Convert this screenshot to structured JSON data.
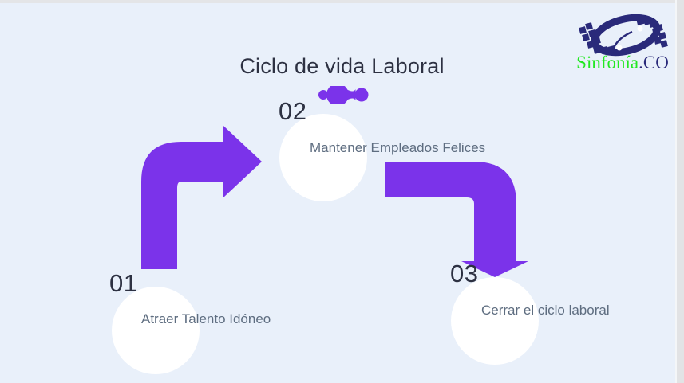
{
  "slide": {
    "title": "Ciclo de vida Laboral",
    "background_color": "#e9f0fa",
    "accent_color": "#7b33ea",
    "title_color": "#2d3142",
    "label_color": "#5e6d80"
  },
  "logo": {
    "name": "Sinfonía",
    "tld": ".CO",
    "name_color": "#22e822",
    "tld_color": "#2a2a7a",
    "mark_color": "#2a2a7a",
    "mark_icon": "ellipse-swoosh-icon"
  },
  "decoration": {
    "icon": "three-dots-connector-icon",
    "color": "#7b33ea"
  },
  "steps": [
    {
      "number": "01",
      "label": "Atraer Talento Idóneo"
    },
    {
      "number": "02",
      "label": "Mantener Empleados Felices"
    },
    {
      "number": "03",
      "label": "Cerrar el ciclo laboral"
    }
  ],
  "arrows": [
    {
      "icon": "arrow-up-right-icon",
      "color": "#7b33ea"
    },
    {
      "icon": "arrow-right-down-icon",
      "color": "#7b33ea"
    }
  ]
}
